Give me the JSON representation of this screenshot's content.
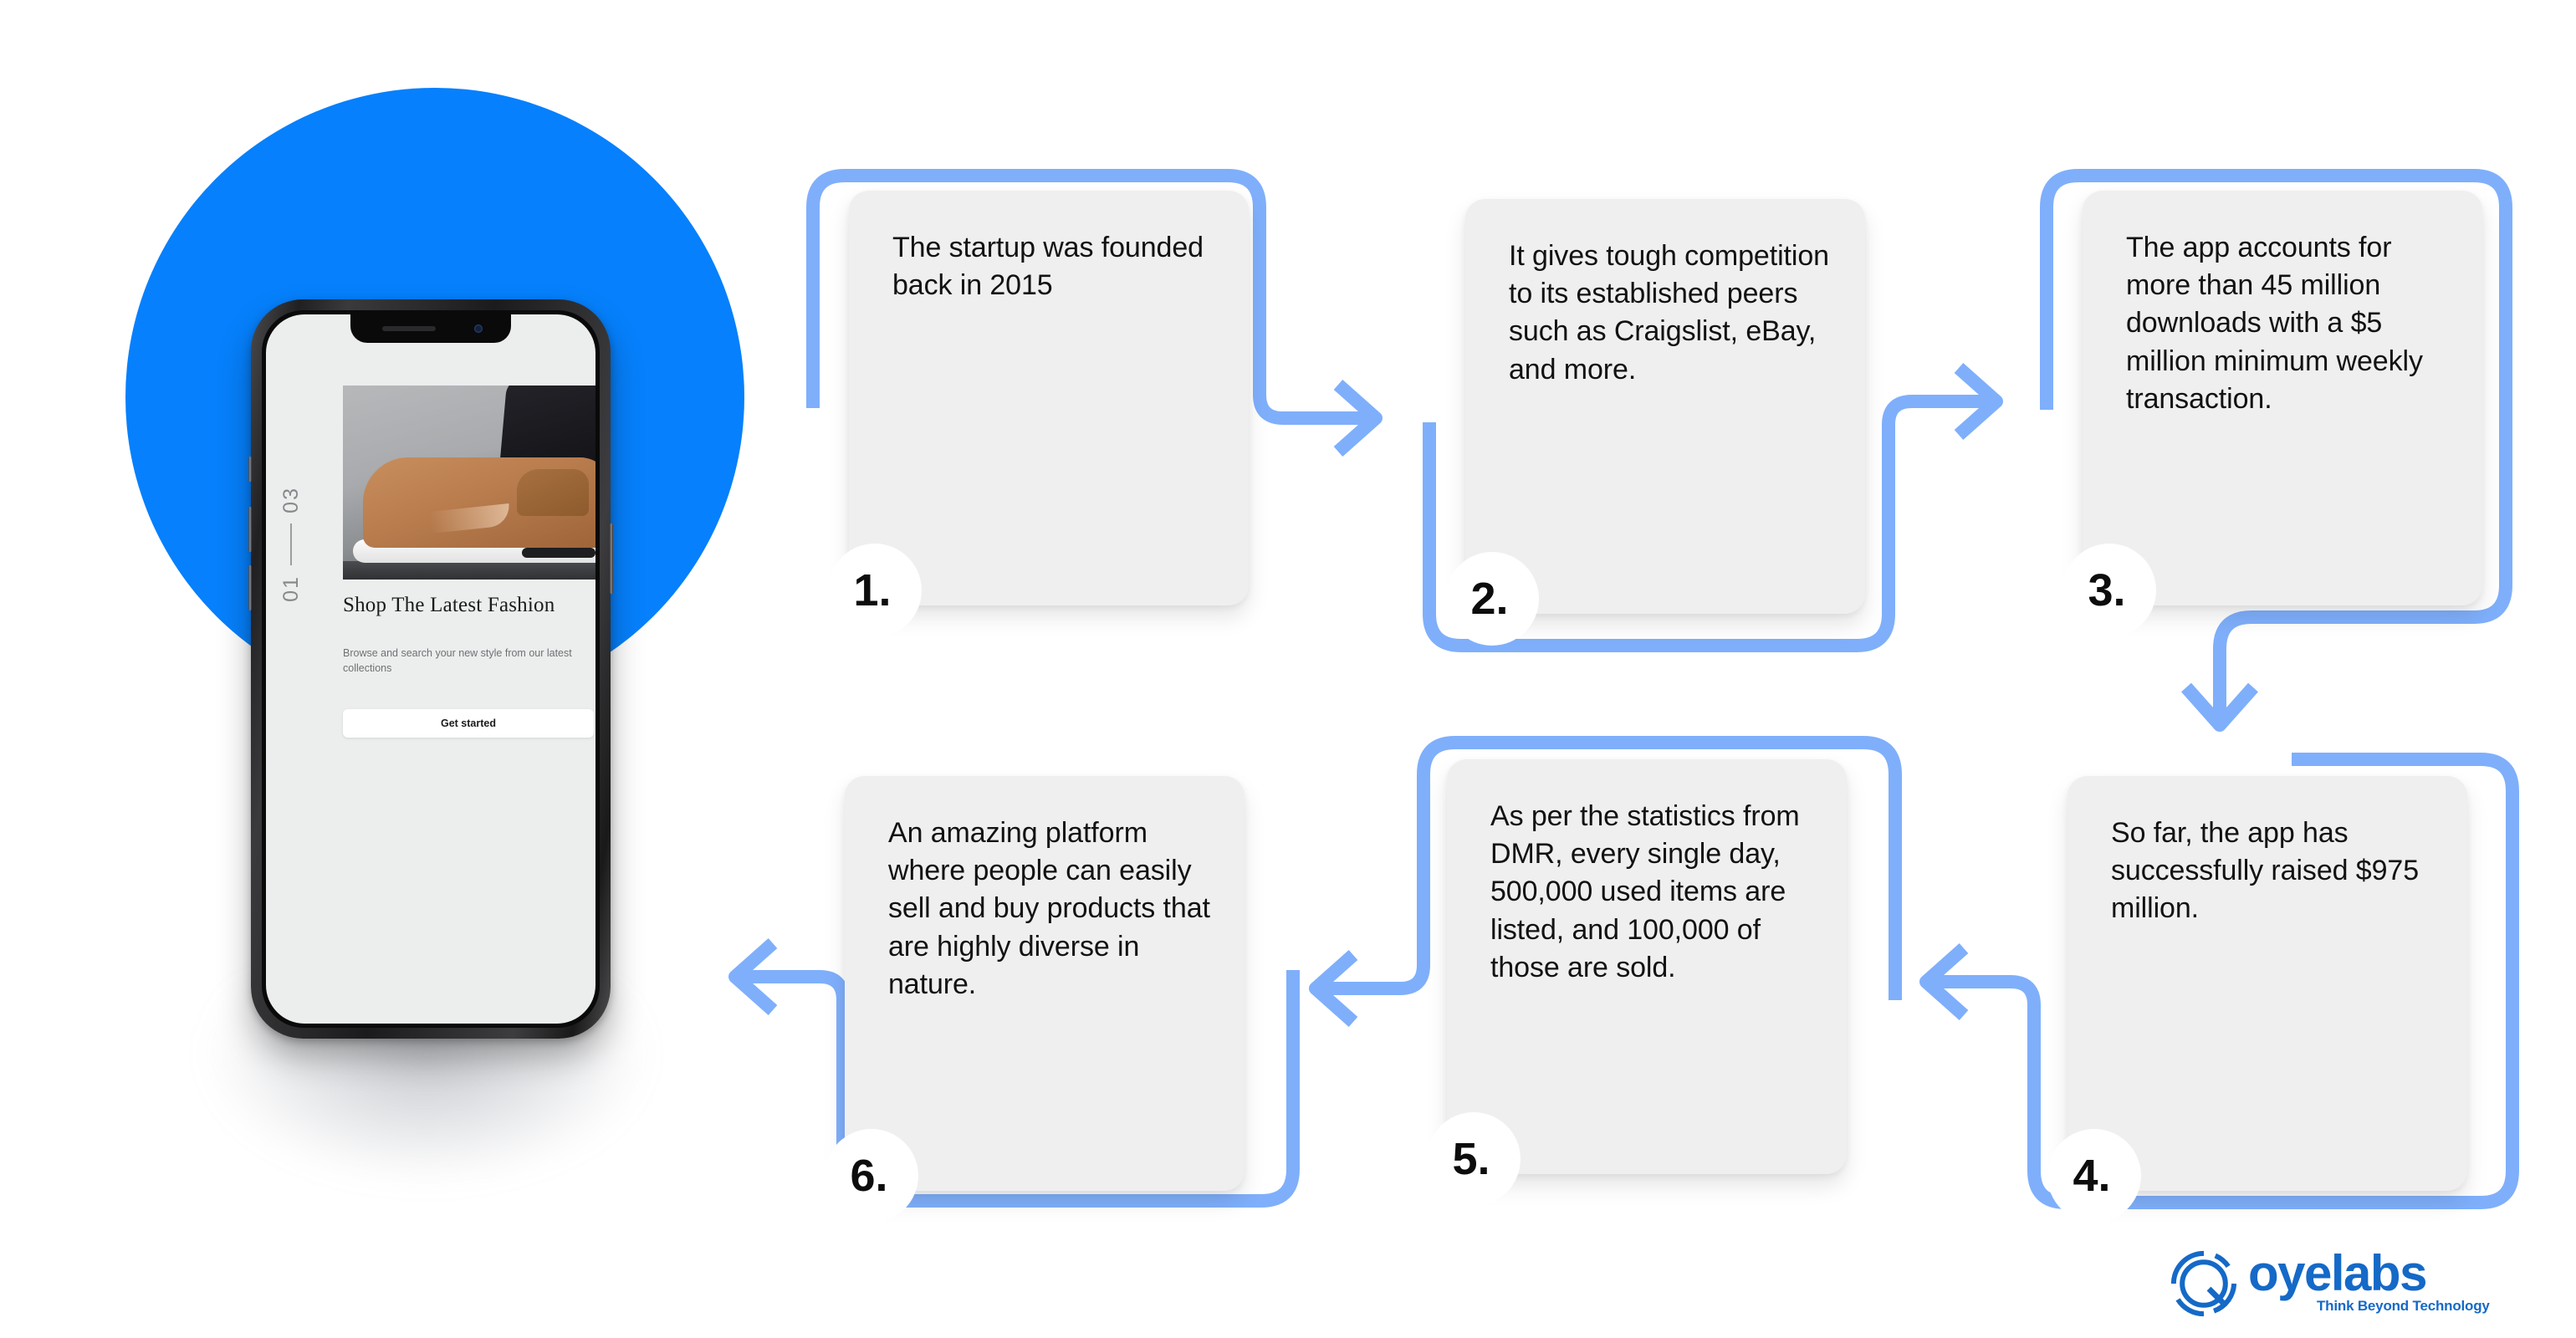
{
  "colors": {
    "circle_blue": "#0680FC",
    "connector_blue": "#7FAFFB",
    "card_gray": "#efefef",
    "logo_blue": "#1569C7",
    "text_black": "#121212"
  },
  "phone": {
    "pagination_current": "01",
    "pagination_total": "03",
    "title": "Shop The Latest Fashion",
    "subtitle": "Browse and search your new style from our latest collections",
    "cta_label": "Get started"
  },
  "steps": [
    {
      "number": "1.",
      "text": "The startup was founded back in 2015"
    },
    {
      "number": "2.",
      "text": "It gives tough competition to its established peers such as Craigslist, eBay, and more."
    },
    {
      "number": "3.",
      "text": "The app accounts for more than 45 million downloads with a $5 million minimum weekly transaction."
    },
    {
      "number": "4.",
      "text": "So far, the app has successfully raised $975 million."
    },
    {
      "number": "5.",
      "text": "As per the statistics from DMR, every single day, 500,000 used items are listed, and 100,000 of those are sold."
    },
    {
      "number": "6.",
      "text": "An amazing platform where people can easily sell and buy products that are highly diverse in nature."
    }
  ],
  "logo": {
    "wordmark": "oyelabs",
    "tagline": "Think Beyond Technology"
  }
}
